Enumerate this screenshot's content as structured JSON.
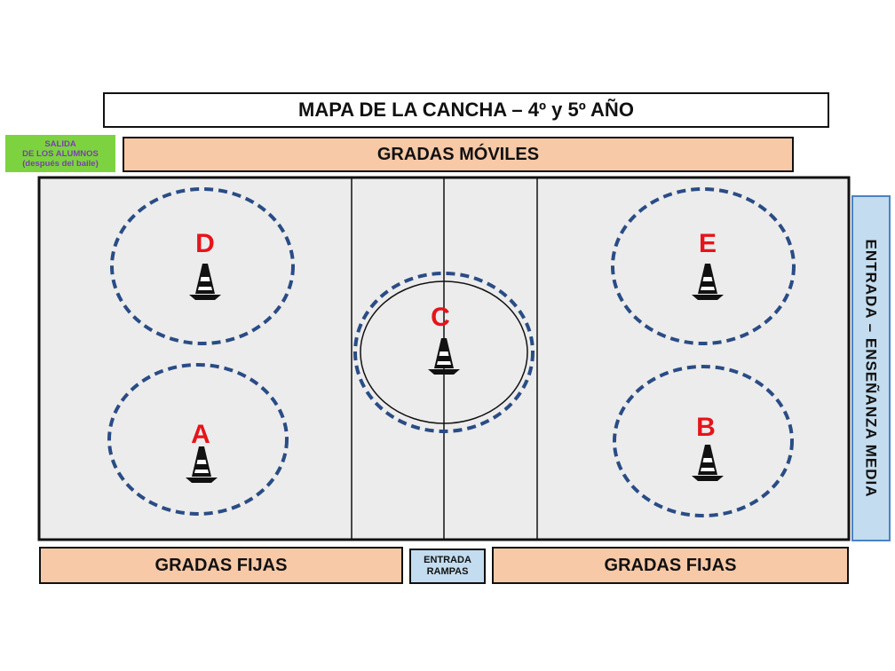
{
  "title": "MAPA DE LA CANCHA – 4º y 5º AÑO",
  "exit_note": {
    "line1": "SALIDA",
    "line2": "DE LOS ALUMNOS",
    "line3": "(después del baile)"
  },
  "stands": {
    "mobile": "GRADAS MÓVILES",
    "fixed_left": "GRADAS FIJAS",
    "fixed_right": "GRADAS FIJAS"
  },
  "ramps_entry": {
    "line1": "ENTRADA",
    "line2": "RAMPAS"
  },
  "side_entry": "ENTRADA – ENSEÑANZA MEDIA",
  "stations": [
    {
      "label": "D",
      "icon": "traffic-cone-icon"
    },
    {
      "label": "A",
      "icon": "traffic-cone-icon"
    },
    {
      "label": "C",
      "icon": "traffic-cone-icon"
    },
    {
      "label": "E",
      "icon": "traffic-cone-icon"
    },
    {
      "label": "B",
      "icon": "traffic-cone-icon"
    }
  ],
  "colors": {
    "court_fill": "#ececec",
    "station_ring": "#2a4c85",
    "station_letter": "#e6141a",
    "stands": "#f7c9a7",
    "entry": "#c3dcef",
    "exit": "#7dd33f",
    "exit_text": "#7a3fb0"
  }
}
